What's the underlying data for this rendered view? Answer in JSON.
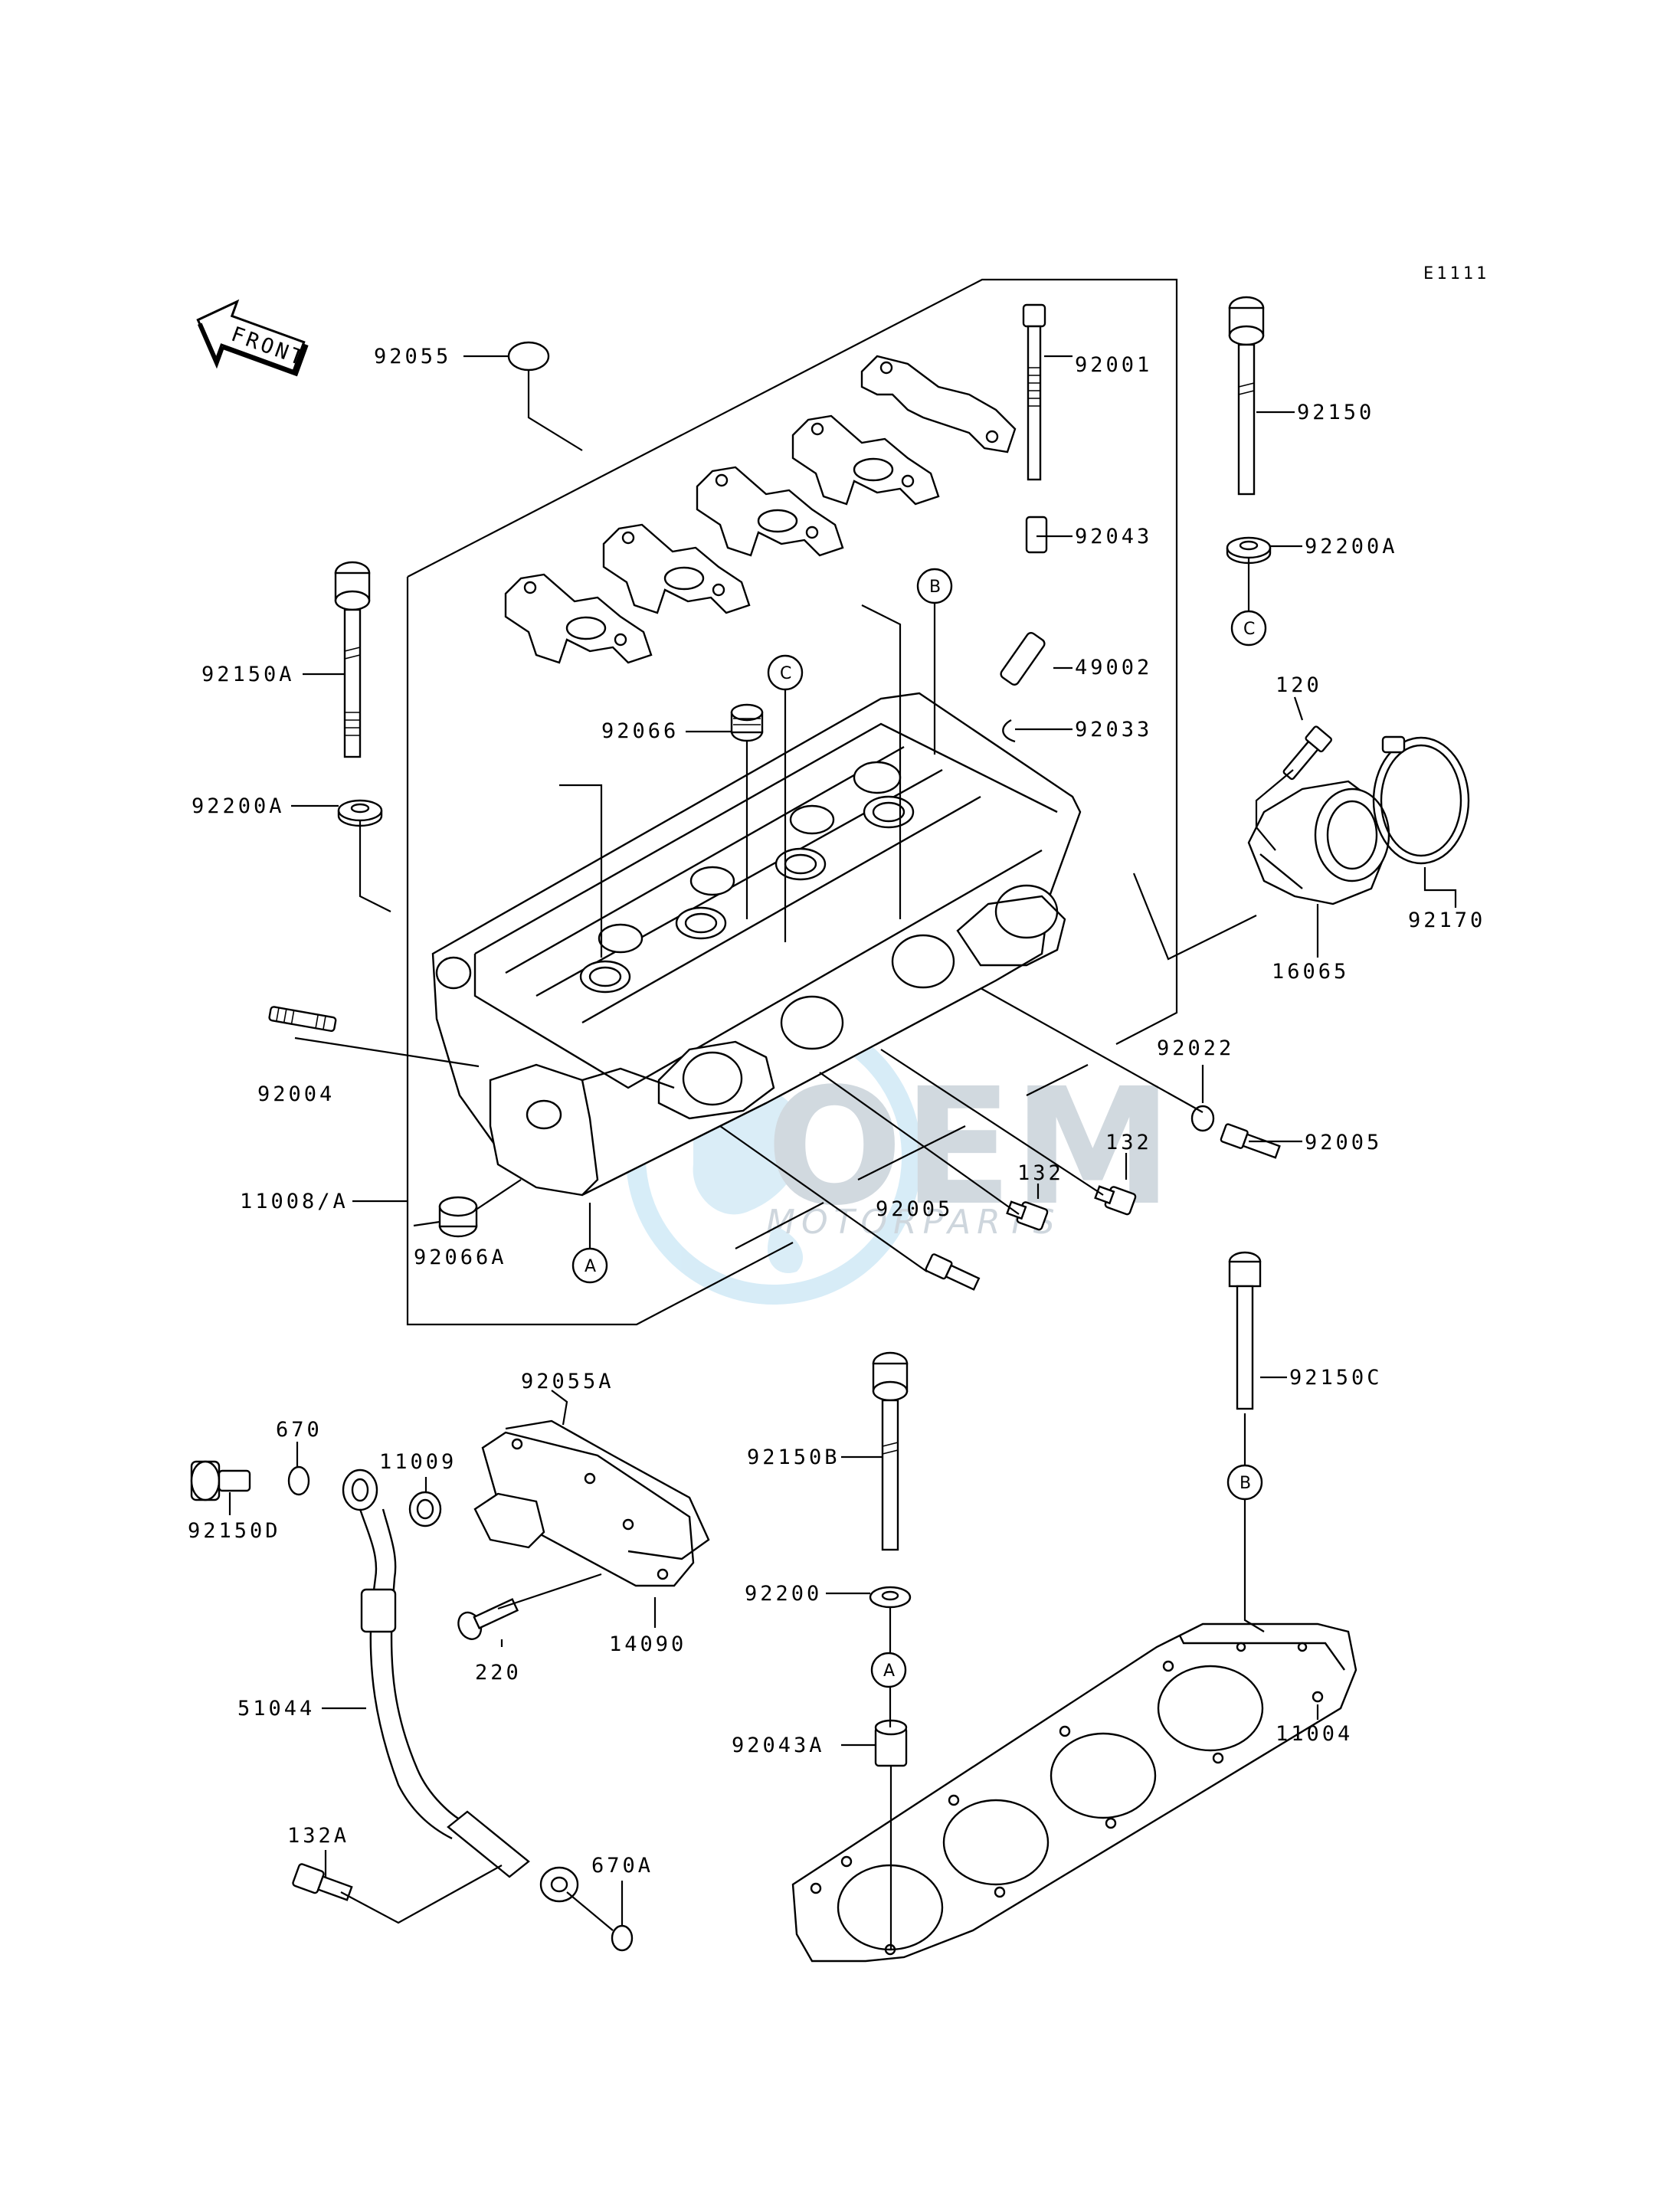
{
  "diagram": {
    "code": "E1111",
    "front_label": "FRONT",
    "watermark": {
      "brand": "OEM",
      "sub": "MOTORPARTS"
    },
    "callouts": {
      "A": "A",
      "B": "B",
      "C": "C"
    },
    "labels": {
      "p92055": "92055",
      "p92001": "92001",
      "p92150": "92150",
      "p92043": "92043",
      "p92200A_right": "92200A",
      "p92150A": "92150A",
      "p49002": "49002",
      "p92066": "92066",
      "p92033": "92033",
      "p120": "120",
      "p92200A_left": "92200A",
      "p92170": "92170",
      "p16065": "16065",
      "p92004": "92004",
      "p92022": "92022",
      "p132_a": "132",
      "p92005_right": "92005",
      "p132_b": "132",
      "p11008A": "11008/A",
      "p92005_mid": "92005",
      "p92066A": "92066A",
      "p92150C": "92150C",
      "p670": "670",
      "p11009": "11009",
      "p92055A": "92055A",
      "p92150B": "92150B",
      "p92150D": "92150D",
      "p14090": "14090",
      "p92200": "92200",
      "p220": "220",
      "p51044": "51044",
      "p92043A": "92043A",
      "p11004": "11004",
      "p132A": "132A",
      "p670A": "670A"
    }
  }
}
